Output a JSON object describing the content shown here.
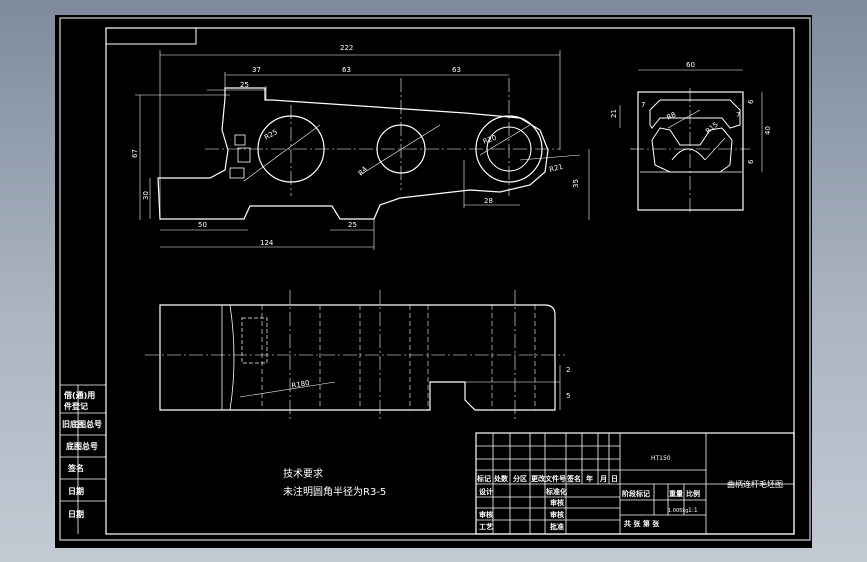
{
  "drawing": {
    "front_view_dims": {
      "overall": "222",
      "d37": "37",
      "d63a": "63",
      "d63b": "63",
      "d25": "25",
      "d67": "67",
      "d30": "30",
      "d50": "50",
      "d25b": "25",
      "d124": "124",
      "r25": "R25",
      "r20": "R20",
      "r4": "R4",
      "r21": "R21",
      "d28": "28",
      "d35": "35"
    },
    "side_view_dims": {
      "d60": "60",
      "d7a": "7",
      "d7b": "7",
      "d21": "21",
      "d6a": "6",
      "d6b": "6",
      "d40": "40",
      "r8": "R8",
      "r15": "R15"
    },
    "bottom_view_dims": {
      "r180": "R180",
      "d2": "2",
      "d5": "5"
    },
    "technical_requirements": {
      "title": "技术要求",
      "note": "未注明圆角半径为R3-5"
    },
    "left_panel_labels": [
      "借(通)用",
      "件登记",
      "旧底图总号",
      "底图总号",
      "签名",
      "日期",
      "日期"
    ],
    "title_block": {
      "material": "HT150",
      "part_name": "曲柄连杆毛坯图",
      "header_row": [
        "标记",
        "处数",
        "分区",
        "更改文件号",
        "签名",
        "年",
        "月",
        "日"
      ],
      "design": "设计",
      "standardize": "标准化",
      "review": "审核",
      "process": "工艺",
      "approve": "批准",
      "check": "审核",
      "stage_label": "阶段标记",
      "weight_label": "重量",
      "scale_label": "比例",
      "weight_value": "1.005kg",
      "scale_value": "1:1",
      "sheets": "共  张  第  张"
    }
  }
}
